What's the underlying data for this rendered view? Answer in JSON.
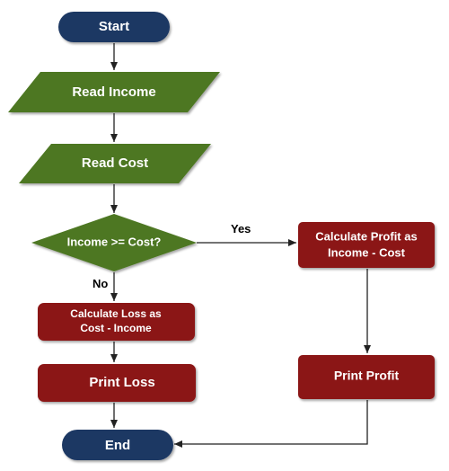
{
  "nodes": {
    "start": {
      "label": "Start",
      "shape": "terminator",
      "color": "#1f3864"
    },
    "read_income": {
      "label": "Read Income",
      "shape": "parallelogram",
      "color": "#4d7722"
    },
    "read_cost": {
      "label": "Read Cost",
      "shape": "parallelogram",
      "color": "#4d7722"
    },
    "decision": {
      "label": "Income >= Cost?",
      "shape": "diamond",
      "color": "#4d7722"
    },
    "calc_profit": {
      "line1": "Calculate Profit as",
      "line2": "Income - Cost",
      "shape": "process",
      "color": "#8b1414"
    },
    "calc_loss": {
      "line1": "Calculate Loss as",
      "line2": "Cost - Income",
      "shape": "process",
      "color": "#8b1414"
    },
    "print_loss": {
      "label": "Print Loss",
      "shape": "process",
      "color": "#8b1414"
    },
    "print_profit": {
      "label": "Print Profit",
      "shape": "process",
      "color": "#8b1414"
    },
    "end": {
      "label": "End",
      "shape": "terminator",
      "color": "#1f3864"
    }
  },
  "edges": {
    "yes_label": "Yes",
    "no_label": "No"
  },
  "colors": {
    "terminator": "#1f3864",
    "io_decision": "#4d7722",
    "process": "#8b1414",
    "connector": "#222222"
  }
}
